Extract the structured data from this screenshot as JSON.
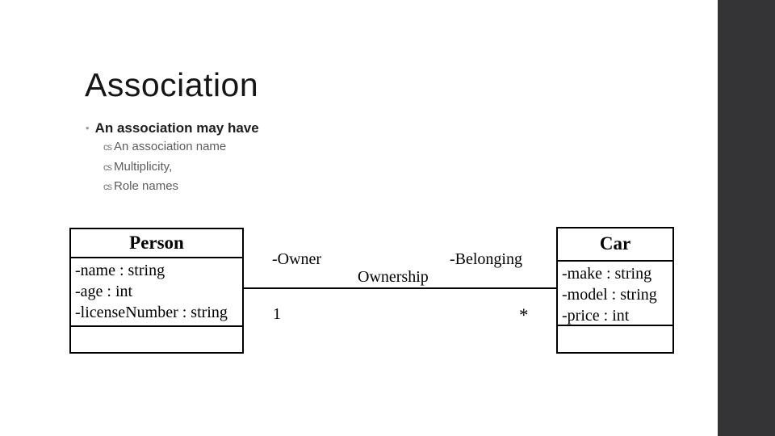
{
  "slide": {
    "title": "Association",
    "bullet": {
      "marker": "•",
      "text": "An association may have"
    },
    "sub_bullets": [
      {
        "glyph": "cs",
        "text": "An association name"
      },
      {
        "glyph": "cs",
        "text": "Multiplicity,"
      },
      {
        "glyph": "cs",
        "text": "Role names"
      }
    ]
  },
  "diagram": {
    "classes": [
      {
        "name": "Person",
        "attributes": [
          "-name : string",
          "-age : int",
          "-licenseNumber : string"
        ],
        "methods": []
      },
      {
        "name": "Car",
        "attributes": [
          "-make : string",
          "-model : string",
          "-price : int"
        ],
        "methods": []
      }
    ],
    "association": {
      "name": "Ownership",
      "left_role": "-Owner",
      "right_role": "-Belonging",
      "left_multiplicity": "1",
      "right_multiplicity": "*"
    }
  },
  "colors": {
    "background": "#ffffff",
    "accent_bar": "#343437",
    "title_text": "#161616",
    "bullet_text": "#1d1d1d",
    "sub_bullet_text": "#5d5d5d",
    "diagram_ink": "#000000"
  }
}
